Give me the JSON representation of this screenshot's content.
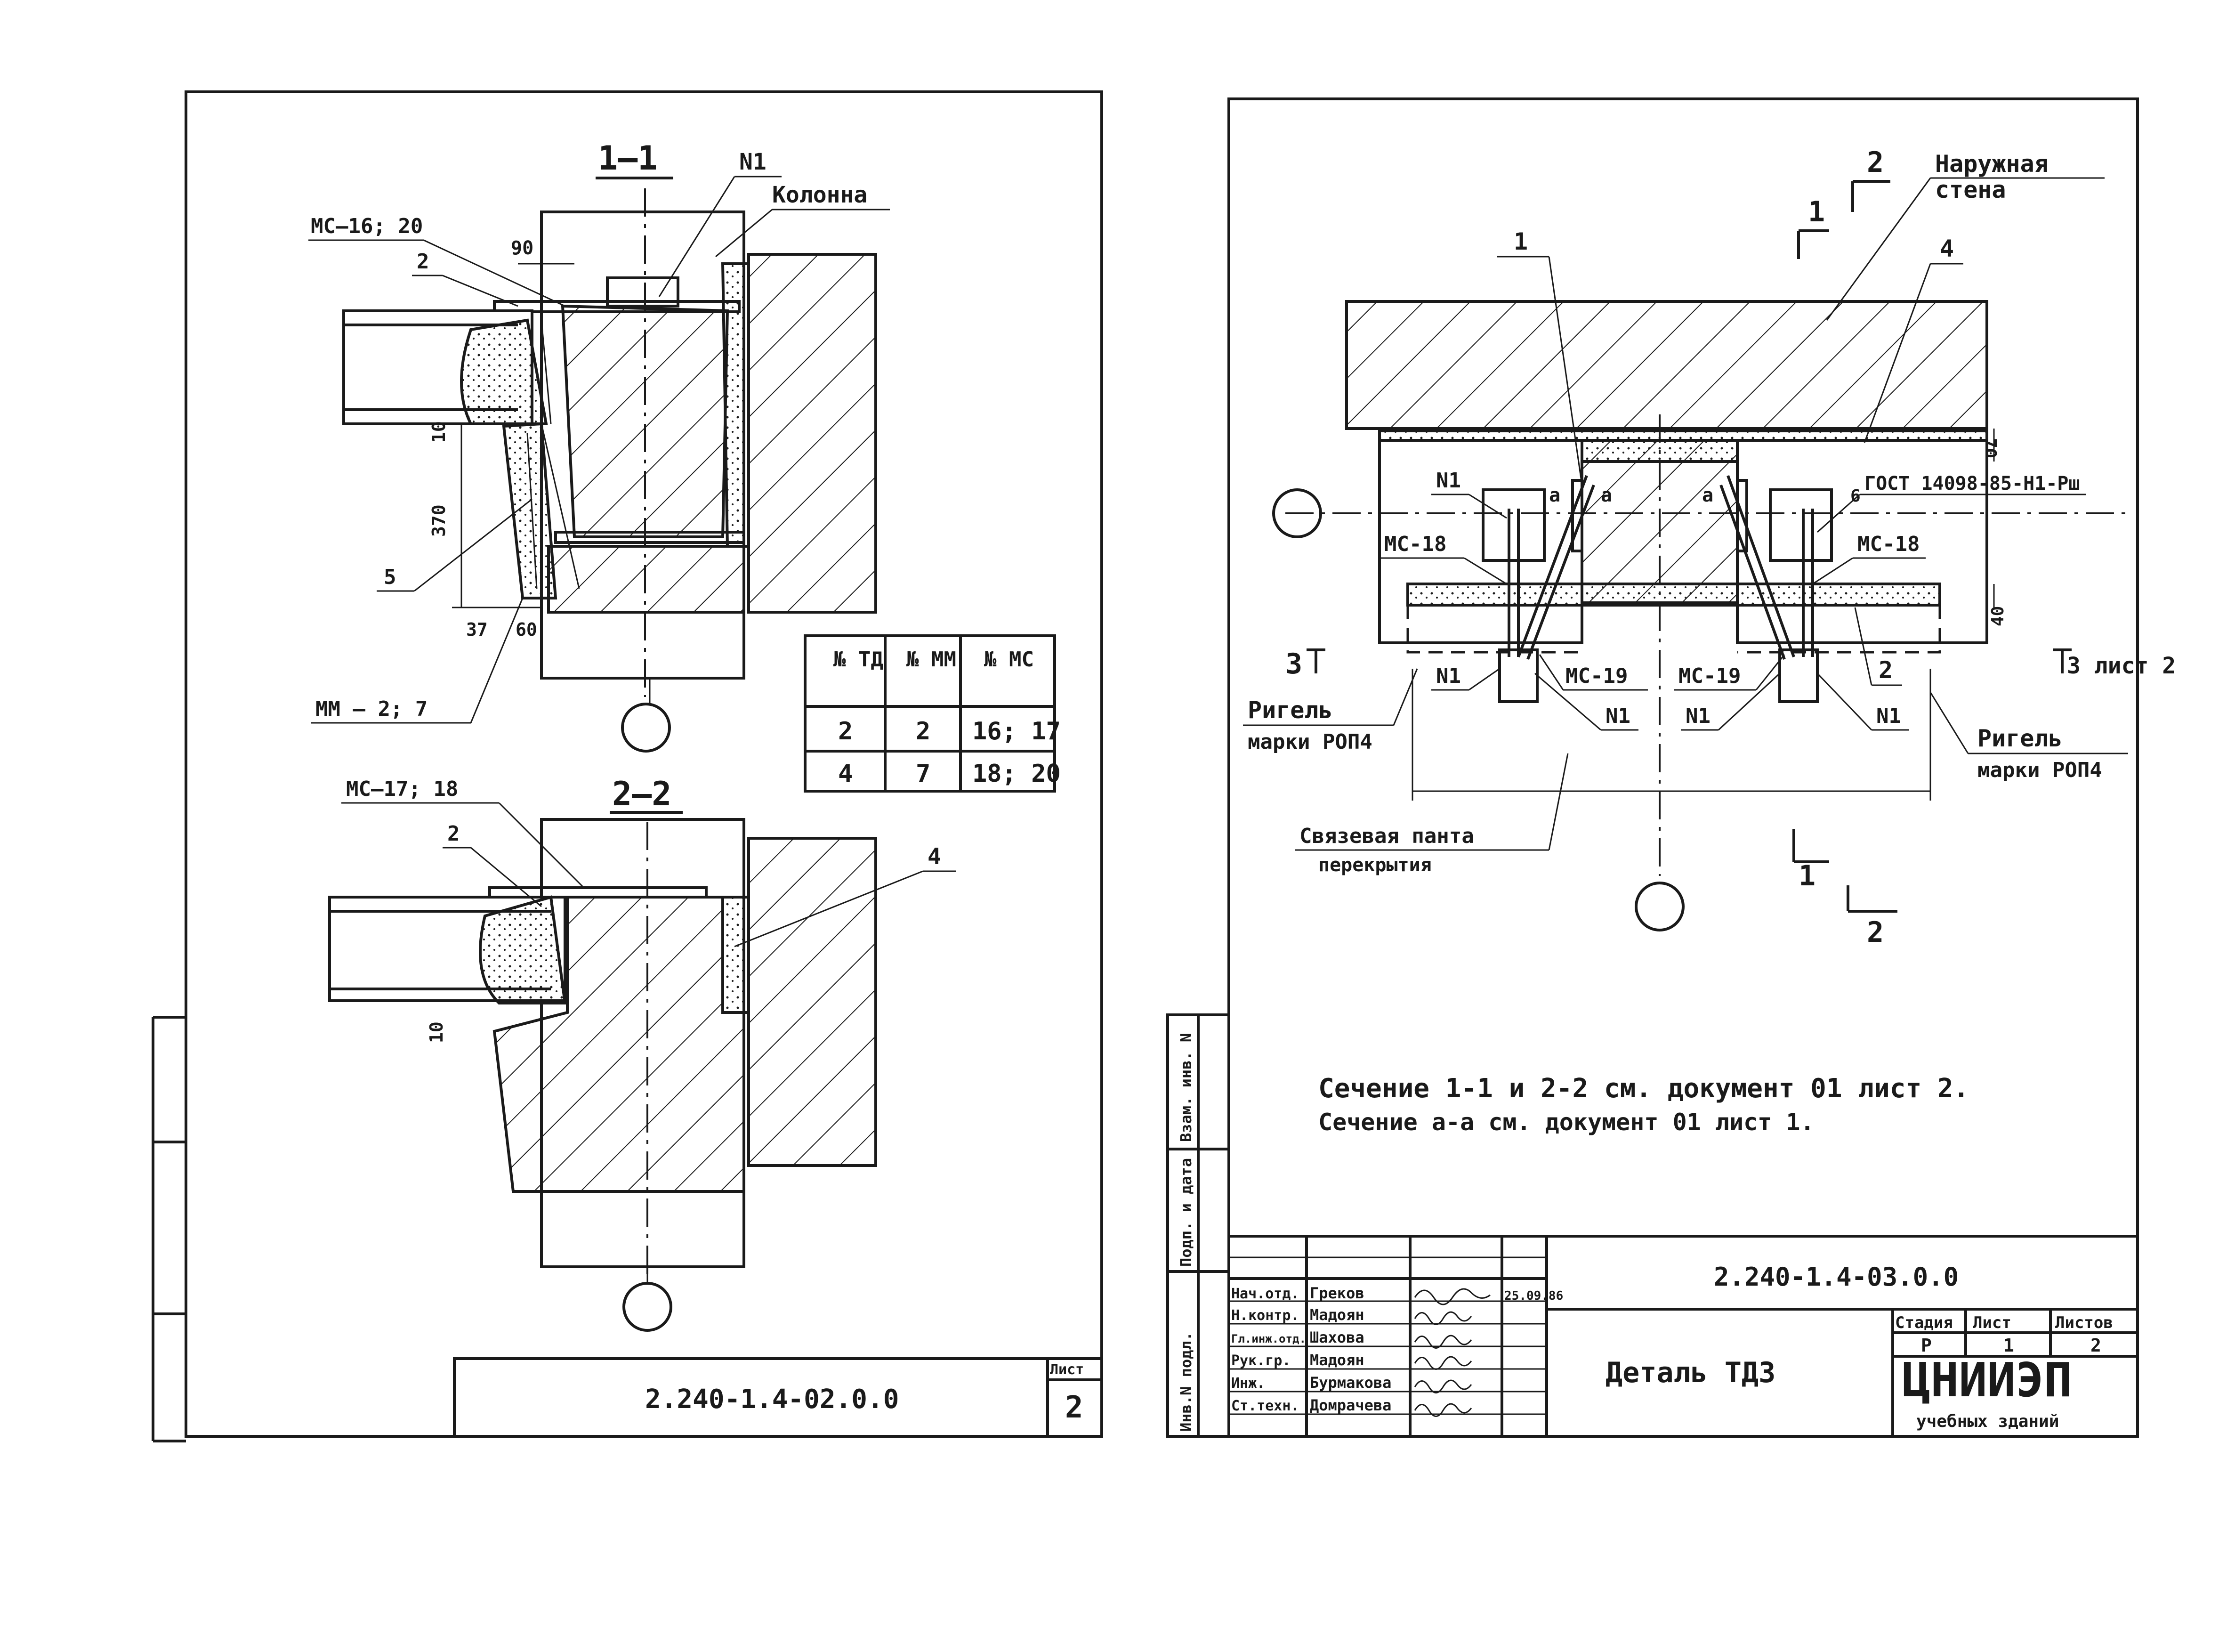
{
  "left_sheet": {
    "section_1_title": "1–1",
    "section_2_title": "2–2",
    "labels": {
      "n1": "N1",
      "column": "Колонна",
      "mc_16_20": "МС–16; 20",
      "item_2a": "2",
      "item_5": "5",
      "mm_2_7": "ММ – 2; 7",
      "mc_17_18": "МС–17; 18",
      "item_2b": "2",
      "item_4": "4",
      "dim_90": "90",
      "dim_10a": "10",
      "dim_370": "370",
      "dim_37": "37",
      "dim_60": "60",
      "dim_10b": "10"
    },
    "table": {
      "headers": [
        "№ ТД",
        "№ ММ",
        "№ МС"
      ],
      "rows": [
        [
          "2",
          "2",
          "16; 17"
        ],
        [
          "4",
          "7",
          "18; 20"
        ]
      ]
    },
    "stamp": {
      "doc_code": "2.240-1.4-02.0.0",
      "sheet_label": "Лист",
      "sheet_no": "2"
    }
  },
  "right_sheet": {
    "labels": {
      "sec2_top": "2",
      "sec1_top": "1",
      "outer_wall_1": "Наружная",
      "outer_wall_2": "стена",
      "item_1": "1",
      "item_4": "4",
      "dim_70": "70",
      "n1_left": "N1",
      "a1": "а",
      "a2": "а",
      "a3": "а",
      "weld_6": "6",
      "gost": "ГОСТ 14098-85-Н1-Рш",
      "mc18_left": "МС-18",
      "mc18_right": "МС-18",
      "dim_40": "40",
      "sec3_left": "3",
      "sec3_right": "3 лист 2",
      "n1_bl": "N1",
      "mc19_left": "МС-19",
      "mc19_right": "МС-19",
      "n1_bc": "N1",
      "n1_bc2": "N1",
      "item_2": "2",
      "n1_br": "N1",
      "rigel_l1": "Ригель",
      "rigel_l2": "марки РОП4",
      "rigel_r1": "Ригель",
      "rigel_r2": "марки РОП4",
      "plate_1": "Связевая панта",
      "plate_2": "перекрытия",
      "sec1_bottom": "1",
      "sec2_bottom": "2"
    },
    "notes": [
      "Сечение 1-1 и 2-2 см. документ 01 лист 2.",
      "Сечение а-а см. документ 01 лист 1."
    ],
    "side_strip": [
      "Инв.N подл.",
      "Подп. и дата",
      "Взам. инв. N"
    ],
    "title_block": {
      "doc_code": "2.240-1.4-03.0.0",
      "title": "Деталь ТД3",
      "org": "ЦНИИЭП",
      "org_sub": "учебных зданий",
      "date": "25.09.86",
      "stage_label": "Стадия",
      "sheet_label": "Лист",
      "sheets_label": "Листов",
      "stage": "Р",
      "sheet": "1",
      "sheets": "2",
      "people": [
        {
          "role": "Нач.отд.",
          "name": "Греков"
        },
        {
          "role": "Н.контр.",
          "name": "Мадоян"
        },
        {
          "role": "Гл.инж.отд.",
          "name": "Шахова"
        },
        {
          "role": "Рук.гр.",
          "name": "Мадоян"
        },
        {
          "role": "Инж.",
          "name": "Бурмакова"
        },
        {
          "role": "Ст.техн.",
          "name": "Домрачева"
        }
      ]
    }
  }
}
